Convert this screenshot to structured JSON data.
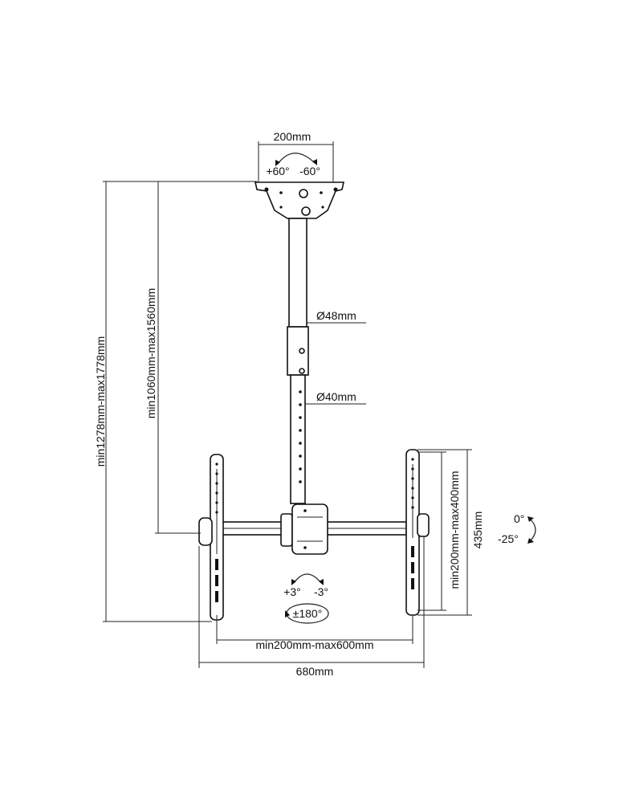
{
  "labels": {
    "plate_width": "200mm",
    "plate_tilt_pos": "+60°",
    "plate_tilt_neg": "-60°",
    "total_height": "min1278mm-max1778mm",
    "pole_height": "min1060mm-max1560mm",
    "outer_diameter": "Ø48mm",
    "inner_diameter": "Ø40mm",
    "vesa_height": "min200mm-max400mm",
    "arm_height": "435mm",
    "tilt_up": "0°",
    "tilt_down": "-25°",
    "swivel_pos": "+3°",
    "swivel_neg": "-3°",
    "rotation": "±180°",
    "vesa_width": "min200mm-max600mm",
    "overall_width": "680mm"
  }
}
